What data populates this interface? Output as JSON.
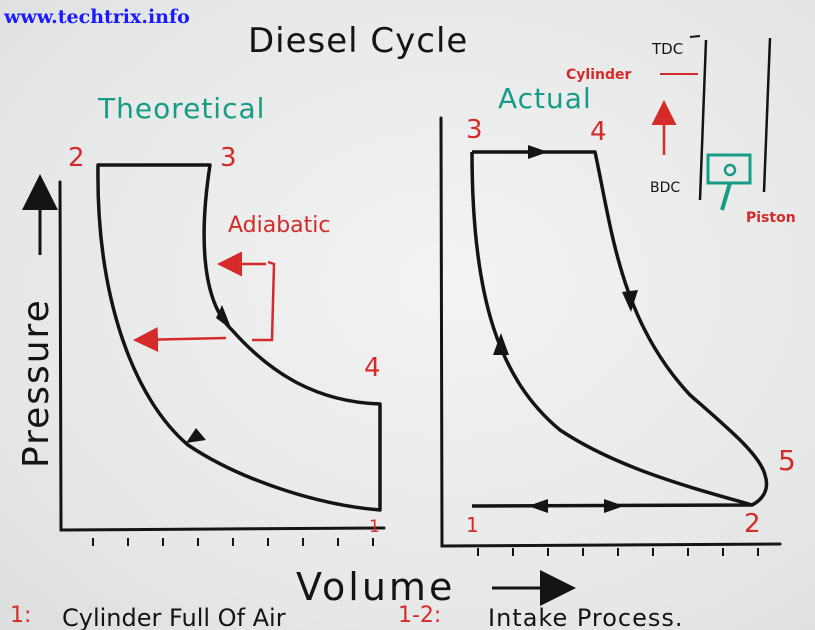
{
  "watermark": "www.techtrix.info",
  "title": "Diesel Cycle",
  "colors": {
    "ink": "#141414",
    "red": "#d42a2a",
    "green": "#169c86",
    "watermark": "#1a1aff",
    "board": "#eceeed"
  },
  "theoretical": {
    "heading": "Theoretical",
    "points": {
      "p1": "1",
      "p2": "2",
      "p3": "3",
      "p4": "4"
    },
    "annotation": "Adiabatic"
  },
  "actual": {
    "heading": "Actual",
    "points": {
      "p1": "1",
      "p2": "2",
      "p3": "3",
      "p4": "4",
      "p5": "5"
    }
  },
  "axes": {
    "y_label": "Pressure",
    "x_label": "Volume"
  },
  "engine_sketch": {
    "tdc": "TDC",
    "bdc": "BDC",
    "cylinder": "Cylinder",
    "piston": "Piston"
  },
  "footer": {
    "note_1_num": "1:",
    "note_1_text": "Cylinder Full Of Air",
    "note_2_num": "1-2:",
    "note_2_text": "Intake Process."
  }
}
